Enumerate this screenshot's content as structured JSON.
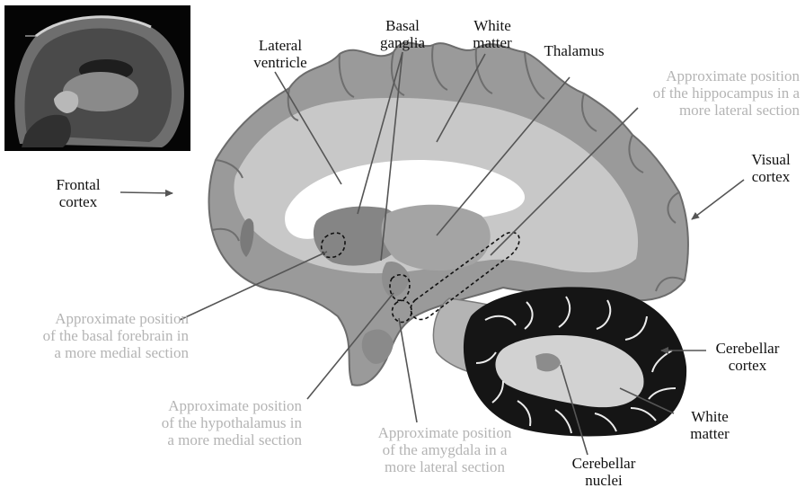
{
  "labels": {
    "frontal_cortex": "Frontal\ncortex",
    "lateral_ventricle": "Lateral\nventricle",
    "basal_ganglia": "Basal\nganglia",
    "white_matter_top": "White\nmatter",
    "thalamus": "Thalamus",
    "hippocampus": "Approximate position\nof the hippocampus in a\nmore lateral section",
    "visual_cortex": "Visual\ncortex",
    "basal_forebrain": "Approximate position\nof the basal forebrain in\na more medial section",
    "hypothalamus": "Approximate position\nof the hypothalamus in\na more medial section",
    "amygdala": "Approximate position\nof the amygdala in a\nmore lateral section",
    "cerebellar_cortex": "Cerebellar\ncortex",
    "white_matter_bottom": "White\nmatter",
    "cerebellar_nuclei": "Cerebellar\nnuclei"
  },
  "colors": {
    "label_text": "#111111",
    "approximate_text": "#b4b4b4",
    "arrow": "#555555",
    "tissue_gray": "#9a9a9a",
    "white_matter": "#cfcfcf",
    "cerebellum_dark": "#151515"
  }
}
